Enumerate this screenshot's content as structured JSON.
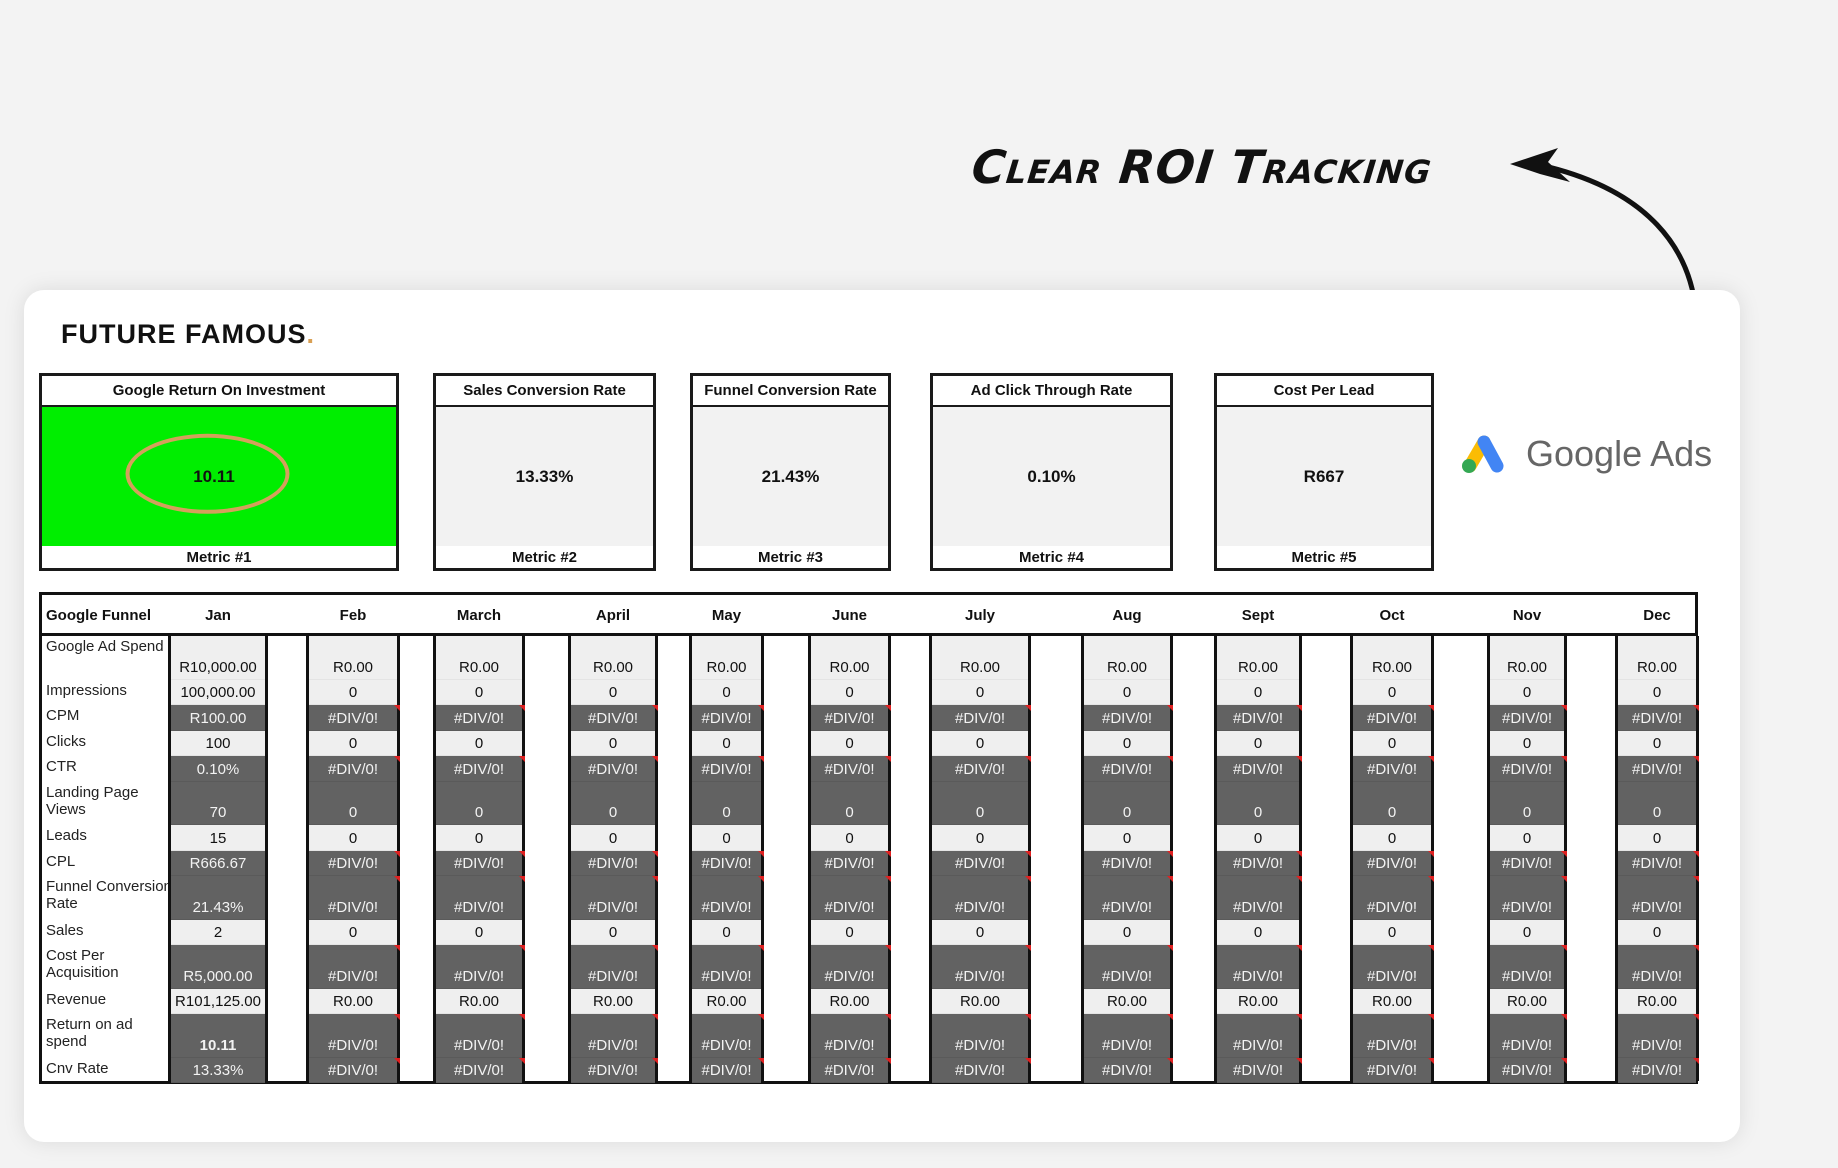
{
  "headline": "Clear ROI Tracking",
  "brand": {
    "name": "FUTURE FAMOUS",
    "dot": ".",
    "dot_color": "#d9a054"
  },
  "google_ads_logo": {
    "text": "Google Ads",
    "colors": {
      "blue": "#4285f4",
      "yellow": "#fbbc04",
      "green": "#34a853"
    }
  },
  "metrics": [
    {
      "title": "Google Return On Investment",
      "value": "10.11",
      "footer": "Metric #1",
      "highlight": true,
      "highlight_color": "#00ee00"
    },
    {
      "title": "Sales Conversion Rate",
      "value": "13.33%",
      "footer": "Metric #2"
    },
    {
      "title": "Funnel Conversion Rate",
      "value": "21.43%",
      "footer": "Metric #3"
    },
    {
      "title": "Ad Click Through Rate",
      "value": "0.10%",
      "footer": "Metric #4"
    },
    {
      "title": "Cost Per Lead",
      "value": "R667",
      "footer": "Metric #5"
    }
  ],
  "table": {
    "corner_header": "Google Funnel",
    "months": [
      "Jan",
      "Feb",
      "March",
      "April",
      "May",
      "June",
      "July",
      "Aug",
      "Sept",
      "Oct",
      "Nov",
      "Dec"
    ],
    "rows": [
      {
        "label": "Google Ad Spend",
        "style": "light",
        "jan": "R10,000.00",
        "other": "R0.00"
      },
      {
        "label": "Impressions",
        "style": "light",
        "jan": "100,000.00",
        "other": "0"
      },
      {
        "label": "CPM",
        "style": "dark",
        "jan": "R100.00",
        "other": "#DIV/0!"
      },
      {
        "label": "Clicks",
        "style": "light",
        "jan": "100",
        "other": "0"
      },
      {
        "label": "CTR",
        "style": "dark",
        "jan": "0.10%",
        "other": "#DIV/0!"
      },
      {
        "label": "Landing Page Views",
        "style": "dark",
        "jan": "70",
        "other": "0"
      },
      {
        "label": "Leads",
        "style": "light",
        "jan": "15",
        "other": "0"
      },
      {
        "label": "CPL",
        "style": "dark",
        "jan": "R666.67",
        "other": "#DIV/0!"
      },
      {
        "label": "Funnel Conversion Rate",
        "style": "dark",
        "jan": "21.43%",
        "other": "#DIV/0!"
      },
      {
        "label": "Sales",
        "style": "light",
        "jan": "2",
        "other": "0"
      },
      {
        "label": "Cost Per Acquisition",
        "style": "dark",
        "jan": "R5,000.00",
        "other": "#DIV/0!"
      },
      {
        "label": "Revenue",
        "style": "light",
        "jan": "R101,125.00",
        "other": "R0.00"
      },
      {
        "label": "Return on ad spend",
        "style": "dark",
        "jan": "10.11",
        "other": "#DIV/0!",
        "jan_bold": true
      },
      {
        "label": "Cnv Rate",
        "style": "dark",
        "jan": "13.33%",
        "other": "#DIV/0!"
      }
    ]
  }
}
